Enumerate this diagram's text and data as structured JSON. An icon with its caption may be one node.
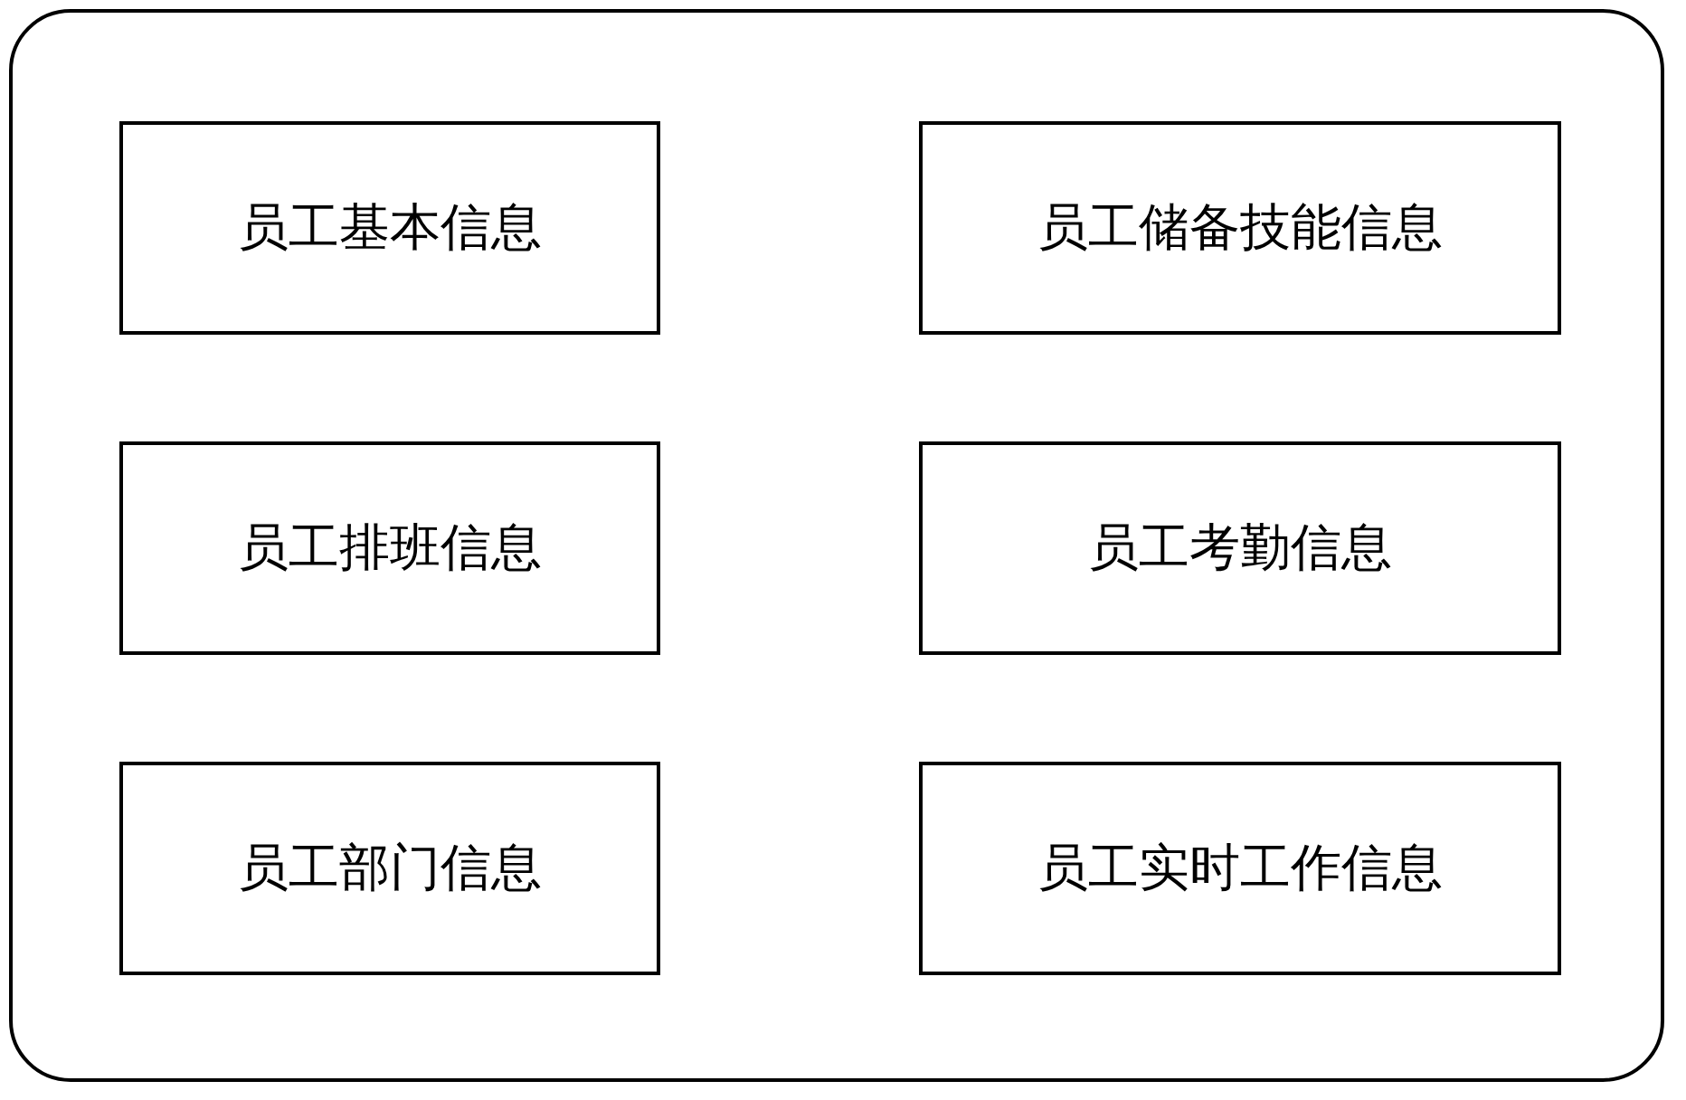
{
  "diagram": {
    "nodes": [
      {
        "text": [],
        "shape": "box"
      },
      {
        "text": [
          "员工基本信息"
        ],
        "in": 0
      },
      {
        "text": [
          "员工储备技能信息"
        ],
        "in": 0
      },
      {
        "text": [
          "员工排班信息"
        ],
        "in": 0
      },
      {
        "text": [
          "员工考勤信息"
        ],
        "in": 0
      },
      {
        "text": [
          "员工部门信息"
        ],
        "in": 0
      },
      {
        "text": [
          "员工实时工作信息"
        ],
        "in": 0
      }
    ],
    "edges": []
  }
}
